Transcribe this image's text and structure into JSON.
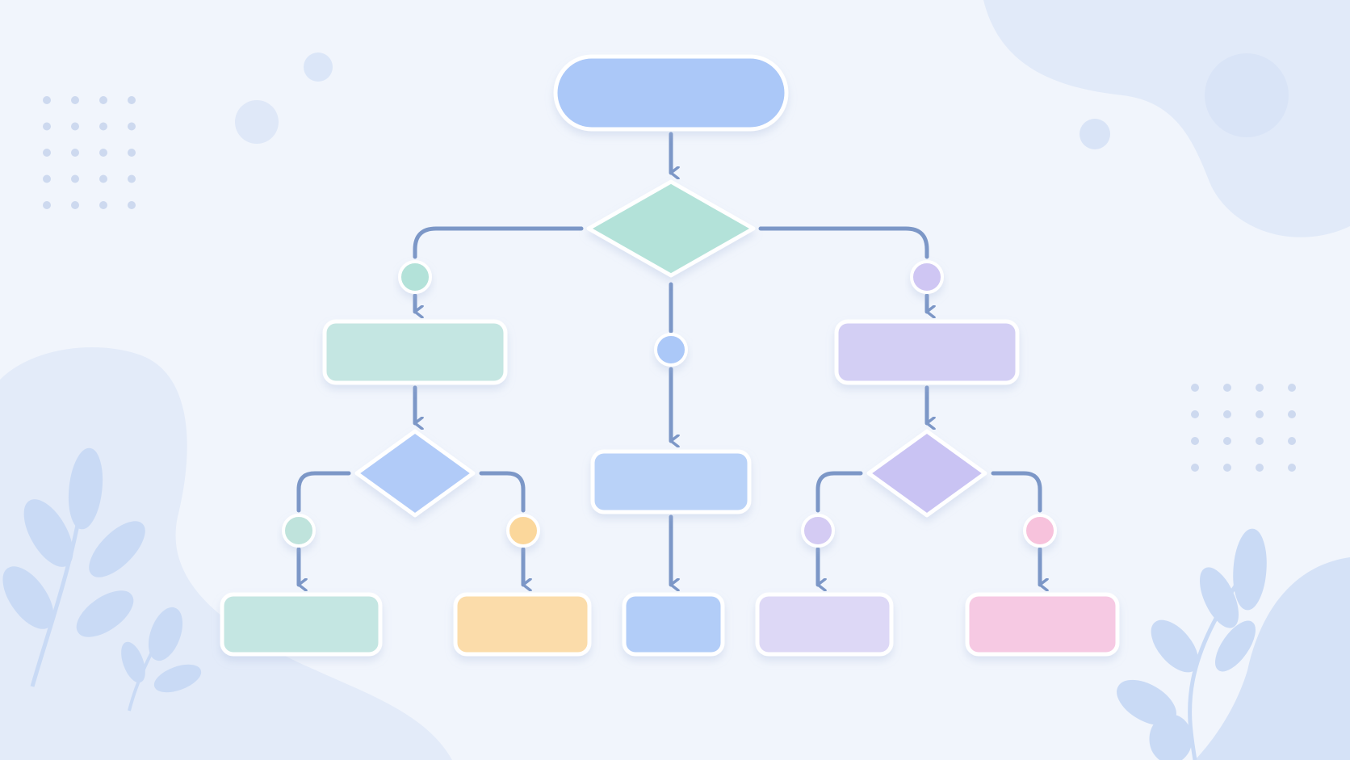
{
  "diagram": {
    "type": "flowchart",
    "shapes": [
      {
        "id": "start",
        "shape": "terminator",
        "text": "",
        "color": "#abc8f8"
      },
      {
        "id": "decision-main",
        "shape": "decision",
        "text": "",
        "color": "#b3e2d9"
      },
      {
        "id": "process-left",
        "shape": "process",
        "text": "",
        "color": "#c4e6e2"
      },
      {
        "id": "process-right",
        "shape": "process",
        "text": "",
        "color": "#d3cff4"
      },
      {
        "id": "process-center",
        "shape": "process",
        "text": "",
        "color": "#b9d2f8"
      },
      {
        "id": "decision-left",
        "shape": "decision",
        "text": "",
        "color": "#b1cbf8"
      },
      {
        "id": "decision-right",
        "shape": "decision",
        "text": "",
        "color": "#c9c3f3"
      },
      {
        "id": "end-green",
        "shape": "process",
        "text": "",
        "color": "#c4e6e2"
      },
      {
        "id": "end-orange",
        "shape": "process",
        "text": "",
        "color": "#fbdcaa"
      },
      {
        "id": "end-blue",
        "shape": "process",
        "text": "",
        "color": "#b2cdf8"
      },
      {
        "id": "end-lavender",
        "shape": "process",
        "text": "",
        "color": "#ddd8f6"
      },
      {
        "id": "end-pink",
        "shape": "process",
        "text": "",
        "color": "#f6c9e3"
      }
    ],
    "connectors": [
      {
        "id": "start-to-decision-main",
        "from": "start",
        "to": "decision-main"
      },
      {
        "id": "decision-main-to-left",
        "from": "decision-main",
        "to": "process-left",
        "node_color": "#b3e2d9"
      },
      {
        "id": "decision-main-to-center",
        "from": "decision-main",
        "to": "process-center",
        "node_color": "#abc8f8"
      },
      {
        "id": "decision-main-to-right",
        "from": "decision-main",
        "to": "process-right",
        "node_color": "#cfc6f3"
      },
      {
        "id": "left-to-decision-left",
        "from": "process-left",
        "to": "decision-left"
      },
      {
        "id": "right-to-decision-right",
        "from": "process-right",
        "to": "decision-right"
      },
      {
        "id": "decision-left-to-green",
        "from": "decision-left",
        "to": "end-green",
        "node_color": "#bfe3dc"
      },
      {
        "id": "decision-left-to-orange",
        "from": "decision-left",
        "to": "end-orange",
        "node_color": "#fbd79b"
      },
      {
        "id": "center-to-blue",
        "from": "process-center",
        "to": "end-blue"
      },
      {
        "id": "decision-right-to-lavender",
        "from": "decision-right",
        "to": "end-lavender",
        "node_color": "#d4cbf3"
      },
      {
        "id": "decision-right-to-pink",
        "from": "decision-right",
        "to": "end-pink",
        "node_color": "#f7c2dc"
      }
    ]
  },
  "colors": {
    "background": "#f1f5fc",
    "connector": "#7c97c7",
    "node_outline": "#ffffff",
    "decoration": "#dbe6f8",
    "leaf": "#c9daf5",
    "dots": "#cdd9ef"
  }
}
